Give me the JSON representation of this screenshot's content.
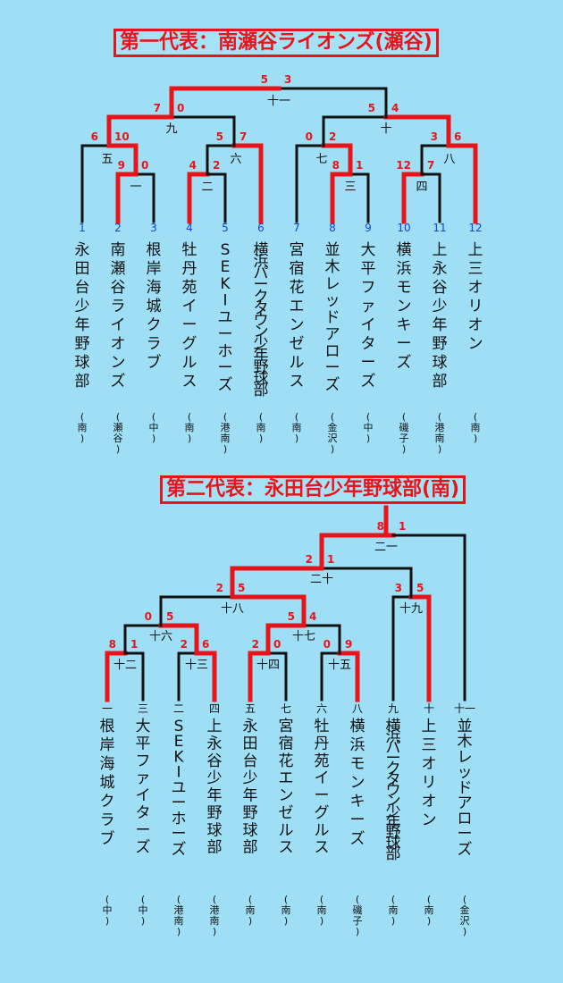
{
  "bracket1": {
    "title": "第一代表：南瀬谷ライオンズ(瀬谷)",
    "teams": [
      {
        "num": "1",
        "name": "永田台少年野球部",
        "area": "(南)"
      },
      {
        "num": "2",
        "name": "南瀬谷ライオンズ",
        "area": "(瀬谷)"
      },
      {
        "num": "3",
        "name": "根岸海城クラブ",
        "area": "(中)"
      },
      {
        "num": "4",
        "name": "牡丹苑イーグルス",
        "area": "(南)"
      },
      {
        "num": "5",
        "name": "SEKIユーホーズ",
        "area": "(港南)"
      },
      {
        "num": "6",
        "name": "横浜パークタウン少年野球部",
        "area": "(南)"
      },
      {
        "num": "7",
        "name": "宮宿花エンゼルス",
        "area": "(南)"
      },
      {
        "num": "8",
        "name": "並木レッドアローズ",
        "area": "(金沢)"
      },
      {
        "num": "9",
        "name": "大平ファイターズ",
        "area": "(中)"
      },
      {
        "num": "10",
        "name": "横浜モンキーズ",
        "area": "(磯子)"
      },
      {
        "num": "11",
        "name": "上永谷少年野球部",
        "area": "(港南)"
      },
      {
        "num": "12",
        "name": "上三オリオン",
        "area": "(南)"
      }
    ],
    "games": [
      {
        "label": "一",
        "score_left": "9",
        "score_right": "0"
      },
      {
        "label": "二",
        "score_left": "4",
        "score_right": "2"
      },
      {
        "label": "三",
        "score_left": "8",
        "score_right": "1"
      },
      {
        "label": "四",
        "score_left": "12",
        "score_right": "7"
      },
      {
        "label": "五",
        "score_left": "6",
        "score_right": "10"
      },
      {
        "label": "六",
        "score_left": "5",
        "score_right": "7"
      },
      {
        "label": "七",
        "score_left": "0",
        "score_right": "2"
      },
      {
        "label": "八",
        "score_left": "3",
        "score_right": "6"
      },
      {
        "label": "九",
        "score_left": "7",
        "score_right": "0"
      },
      {
        "label": "十",
        "score_left": "5",
        "score_right": "4"
      },
      {
        "label": "十一",
        "score_left": "5",
        "score_right": "3"
      }
    ]
  },
  "bracket2": {
    "title": "第二代表：永田台少年野球部(南)",
    "teams": [
      {
        "seed": "一",
        "name": "根岸海城クラブ",
        "area": "(中)"
      },
      {
        "seed": "三",
        "name": "大平ファイターズ",
        "area": "(中)"
      },
      {
        "seed": "二",
        "name": "SEKIユーホーズ",
        "area": "(港南)"
      },
      {
        "seed": "四",
        "name": "上永谷少年野球部",
        "area": "(港南)"
      },
      {
        "seed": "五",
        "name": "永田台少年野球部",
        "area": "(南)"
      },
      {
        "seed": "七",
        "name": "宮宿花エンゼルス",
        "area": "(南)"
      },
      {
        "seed": "六",
        "name": "牡丹苑イーグルス",
        "area": "(南)"
      },
      {
        "seed": "八",
        "name": "横浜モンキーズ",
        "area": "(磯子)"
      },
      {
        "seed": "九",
        "name": "横浜パークタウン少年野球部",
        "area": "(南)"
      },
      {
        "seed": "十",
        "name": "上三オリオン",
        "area": "(南)"
      },
      {
        "seed": "十一",
        "name": "並木レッドアローズ",
        "area": "(金沢)"
      }
    ],
    "games": [
      {
        "label": "十二",
        "score_left": "8",
        "score_right": "1"
      },
      {
        "label": "十三",
        "score_left": "2",
        "score_right": "6"
      },
      {
        "label": "十四",
        "score_left": "2",
        "score_right": "0"
      },
      {
        "label": "十五",
        "score_left": "0",
        "score_right": "9"
      },
      {
        "label": "十六",
        "score_left": "0",
        "score_right": "5"
      },
      {
        "label": "十七",
        "score_left": "5",
        "score_right": "4"
      },
      {
        "label": "十八",
        "score_left": "2",
        "score_right": "5"
      },
      {
        "label": "十九",
        "score_left": "3",
        "score_right": "5"
      },
      {
        "label": "二十",
        "score_left": "2",
        "score_right": "1"
      },
      {
        "label": "二一",
        "score_left": "8",
        "score_right": "1"
      }
    ]
  },
  "colors": {
    "background": "#9fdff5",
    "winner_line": "#e8141b",
    "loser_line": "#111111",
    "score": "#e8141b",
    "team_number": "#1c3fd6"
  }
}
